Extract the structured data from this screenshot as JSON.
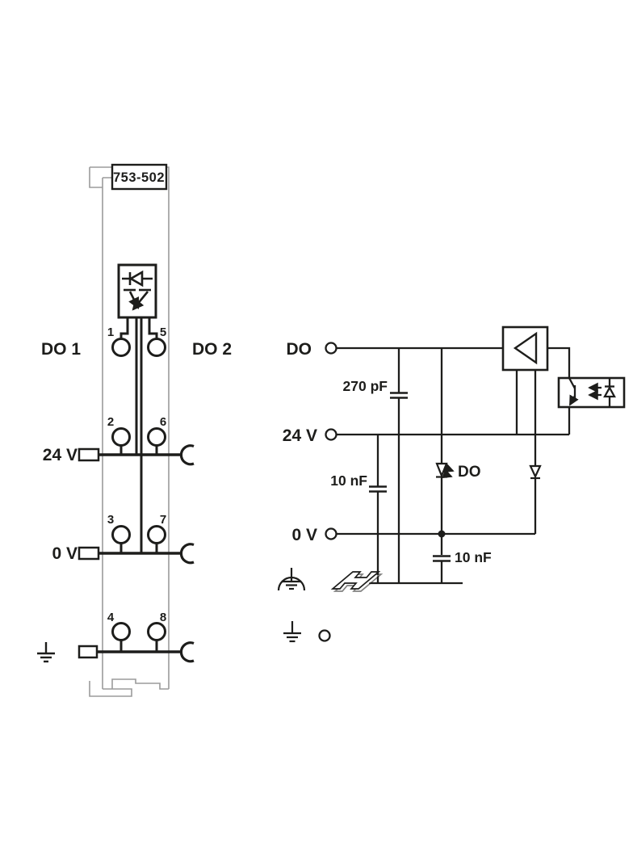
{
  "module": {
    "part_number": "753-502",
    "channel_left_label": "DO 1",
    "channel_right_label": "DO 2",
    "supply_24v_label": "24 V",
    "supply_0v_label": "0 V",
    "pins": [
      "1",
      "2",
      "3",
      "4",
      "5",
      "6",
      "7",
      "8"
    ]
  },
  "circuit": {
    "terminal_do_label": "DO",
    "terminal_24v_label": "24 V",
    "terminal_0v_label": "0 V",
    "capacitor_270pf_label": "270 pF",
    "capacitor_10nf_supply_label": "10 nF",
    "capacitor_10nf_0v_label": "10 nF",
    "status_led_label": "DO"
  },
  "colors": {
    "line": "#1d1d1b",
    "module_outline": "#9b9b9b",
    "background": "#ffffff"
  },
  "icons": [
    "earth-ground-icon",
    "rail-ground-icon",
    "din-rail-icon",
    "amplifier-icon",
    "optocoupler-icon",
    "led-icon",
    "diode-icon"
  ]
}
